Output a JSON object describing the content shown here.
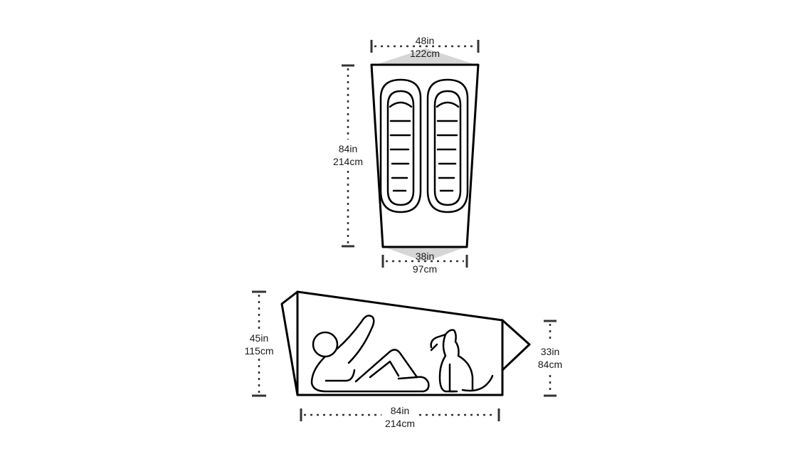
{
  "floor_plan": {
    "head_width": {
      "imperial": "48in",
      "metric": "122cm"
    },
    "length": {
      "imperial": "84in",
      "metric": "214cm"
    },
    "foot_width": {
      "imperial": "38in",
      "metric": "97cm"
    },
    "occupants_icon": "two-sleeping-bags-icon"
  },
  "side_profile": {
    "peak_height": {
      "imperial": "45in",
      "metric": "115cm"
    },
    "foot_height": {
      "imperial": "33in",
      "metric": "84cm"
    },
    "length": {
      "imperial": "84in",
      "metric": "214cm"
    },
    "person_icon": "reclining-person-icon",
    "dog_icon": "sitting-dog-icon"
  }
}
